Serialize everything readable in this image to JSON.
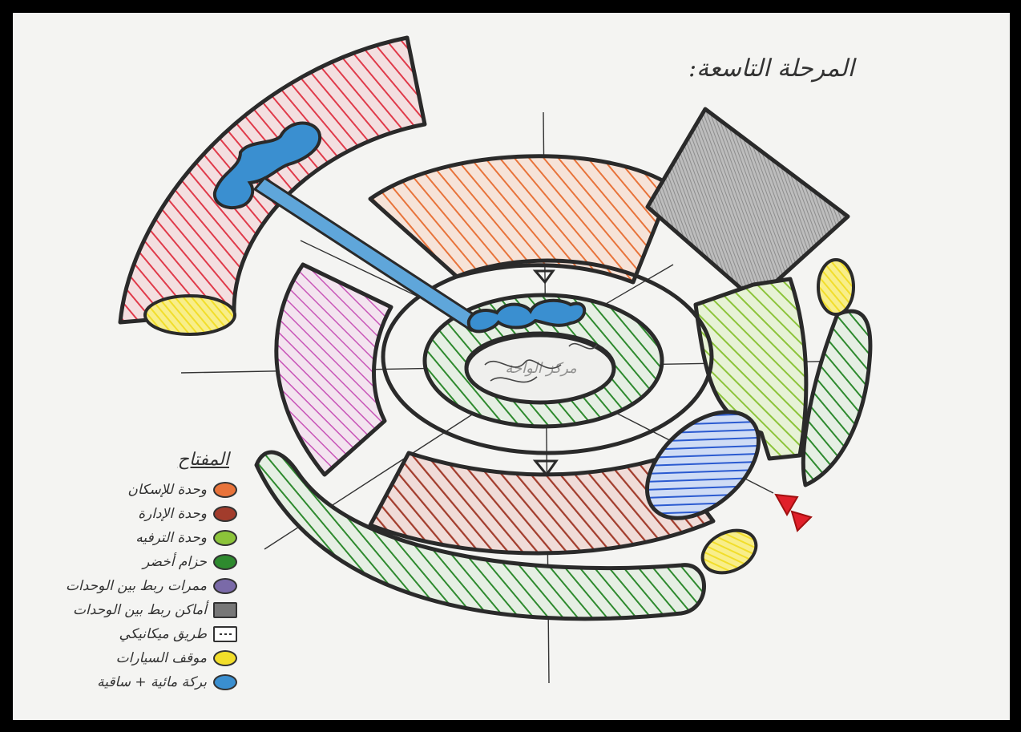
{
  "title": "المرحلة التاسعة:",
  "center_label": "مركز الواحة",
  "legend": {
    "title": "المفتاح",
    "items": [
      {
        "label": "وحدة للإسكان",
        "color": "#e8733a",
        "shape": "ellipse"
      },
      {
        "label": "وحدة الإدارة",
        "color": "#a23c2c",
        "shape": "ellipse"
      },
      {
        "label": "وحدة الترفيه",
        "color": "#8cc43a",
        "shape": "ellipse"
      },
      {
        "label": "حزام أخضر",
        "color": "#2e8a2e",
        "shape": "ellipse"
      },
      {
        "label": "ممرات ربط بين الوحدات",
        "color": "#7a6aa8",
        "shape": "ellipse"
      },
      {
        "label": "أماكن ربط بين الوحدات",
        "color": "#777777",
        "shape": "rect"
      },
      {
        "label": "طريق ميكانيكي",
        "color": "#ffffff",
        "shape": "dashed-rect"
      },
      {
        "label": "موقف السيارات",
        "color": "#f2de2a",
        "shape": "ellipse"
      },
      {
        "label": "بركة مائية + ساقية",
        "color": "#3a8fd0",
        "shape": "ellipse"
      }
    ]
  },
  "colors": {
    "housing": "#e8733a",
    "admin": "#a23c2c",
    "recreation": "#8cc43a",
    "green_belt": "#2e8a2e",
    "pink_zone": "#c855b8",
    "red_zone": "#e03a4a",
    "grey_zone": "#8c8c8c",
    "parking": "#f2de2a",
    "water": "#3a8fd0",
    "blue_zone": "#2a5ad0",
    "entrance": "#e0202a",
    "outline": "#2a2a2a"
  }
}
